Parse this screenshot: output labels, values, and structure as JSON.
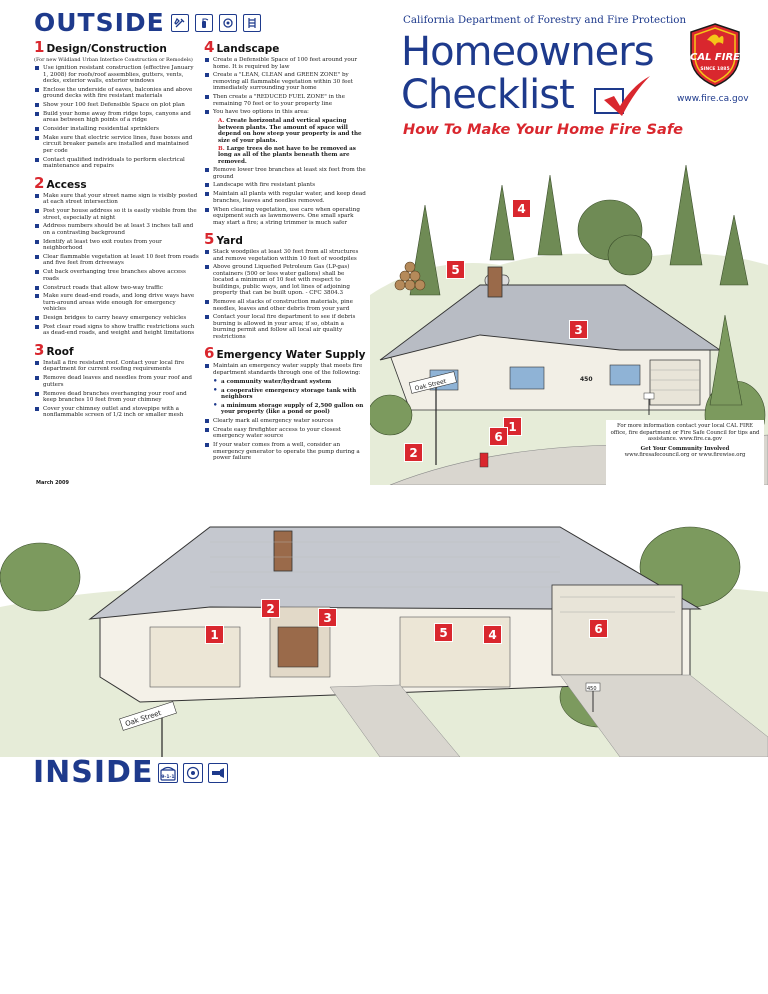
{
  "outside": {
    "title": "OUTSIDE",
    "icons": [
      "tools-icon",
      "fire-extinguisher-icon",
      "hose-icon",
      "ladder-icon"
    ],
    "sections": [
      {
        "num": "1",
        "name": "Design/Construction",
        "note": "(For new Wildland Urban Interface Construction or Remodels)",
        "items": [
          "Use ignition resistant construction (effective January 1, 2008) for roofs/roof assemblies, gutters, vents, decks, exterior walls, exterior windows",
          "Enclose the underside of eaves, balconies and above ground decks with fire resistant materials",
          "Show your 100 feet Defensible Space on plot plan",
          "Build your home away from ridge tops, canyons and areas between high points of a ridge",
          "Consider installing residential sprinklers",
          "Make sure that electric service lines, fuse boxes and circuit breaker panels are installed and maintained per code",
          "Contact qualified individuals to perform electrical maintenance and repairs"
        ]
      },
      {
        "num": "2",
        "name": "Access",
        "items": [
          "Make sure that your street name sign is visibly posted at each street intersection",
          "Post your house address so it is easily visible from the street, especially at night",
          "Address numbers should be at least 3 inches tall and on a contrasting background",
          "Identify at least two exit routes from your neighborhood",
          "Clear flammable vegetation at least 10 feet from roads and five feet from driveways",
          "Cut back overhanging tree branches above access roads",
          "Construct roads that allow two-way traffic",
          "Make sure dead-end roads, and long drive ways have turn-around areas wide enough for emergency vehicles",
          "Design bridges to carry heavy emergency vehicles",
          "Post clear road signs to show traffic restrictions such as dead-end roads, and weight and height limitations"
        ]
      },
      {
        "num": "3",
        "name": "Roof",
        "items": [
          "Install a fire resistant roof. Contact your local fire department for current roofing requirements",
          "Remove dead leaves and needles from your roof and gutters",
          "Remove dead branches overhanging your roof and keep branches 10 feet from your chimney",
          "Cover your chimney outlet and stovepipe with a nonflammable screen of 1/2 inch or smaller mesh"
        ]
      },
      {
        "num": "4",
        "name": "Landscape",
        "items_a": [
          "Create a Defensible Space of 100 feet around your home. It is required by law",
          "Create a \"LEAN, CLEAN and GREEN ZONE\" by removing all flammable vegetation within 30 feet immediately surrounding your home",
          "Then create a \"REDUCED FUEL ZONE\" in the remaining 70 feet or to your property line",
          "You have two options in this area:"
        ],
        "options": [
          {
            "letter": "A.",
            "text": "Create horizontal and vertical spacing between plants. The amount of space will depend on how steep your property is and the size of your plants."
          },
          {
            "letter": "B.",
            "text": "Large trees do not have to be removed as long as all of the plants beneath them are removed."
          }
        ],
        "items_b": [
          "Remove lower tree branches at least six feet from the ground",
          "Landscape with fire resistant plants",
          "Maintain all plants with regular water, and keep dead branches, leaves and needles removed.",
          "When clearing vegetation, use care when operating equipment such as lawnmowers. One small spark may start a fire; a string trimmer is much safer"
        ]
      },
      {
        "num": "5",
        "name": "Yard",
        "items": [
          "Stack woodpiles at least 30 feet from all structures and remove vegetation within 10 feet of woodpiles",
          "Above ground Liquefied Petroleum Gas (LP-gas) containers (500 or less water gallons) shall be located a minimum of 10 feet with respect to buildings, public ways, and lot lines of adjoining property that can be built upon. - CFC 3804.3",
          "Remove all stacks of construction materials, pine needles, leaves and other debris from your yard",
          "Contact your local fire department to see if debris burning is allowed in your area; if so, obtain a burning permit and follow all local air quality restrictions"
        ]
      },
      {
        "num": "6",
        "name": "Emergency Water Supply",
        "intro": "Maintain an emergency water supply that meets fire department standards through one of the following:",
        "options": [
          "a community water/hydrant system",
          "a cooperative emergency storage tank with neighbors",
          "a minimum storage supply of 2,500 gallon on your property (like a pond or pool)"
        ],
        "items": [
          "Clearly mark all emergency water sources",
          "Create easy firefighter access to your closest emergency water source",
          "If your water comes from a well, consider an emergency generator to operate the pump during a power failure"
        ]
      }
    ]
  },
  "header": {
    "dept": "California Department of Forestry and Fire Protection",
    "title_line1": "Homeowners",
    "title_line2": "Checklist",
    "tagline": "How To Make Your Home Fire Safe",
    "url": "www.fire.ca.gov",
    "logo_text": "CAL FIRE",
    "logo_since": "SINCE 1885"
  },
  "info_box": {
    "text": "For more information contact your local CAL FIRE office, fire department or Fire Safe Council for tips and assistance. www.fire.ca.gov",
    "heading": "Get Your Community Involved",
    "links": "www.firesafecouncil.org or www.firewise.org"
  },
  "date": "March 2009",
  "street_sign": "Oak Street",
  "house_number": "450",
  "top_badges": [
    "4",
    "5",
    "3",
    "1",
    "6",
    "2"
  ],
  "bottom_badges": [
    "1",
    "2",
    "3",
    "5",
    "4",
    "6"
  ],
  "colors": {
    "navy": "#1e3a8c",
    "red": "#d9272e"
  },
  "inside": {
    "title": "INSIDE",
    "icons": [
      "phone-911-icon",
      "smoke-detector-icon",
      "flashlight-icon"
    ],
    "phone_label": "9-1-1"
  }
}
